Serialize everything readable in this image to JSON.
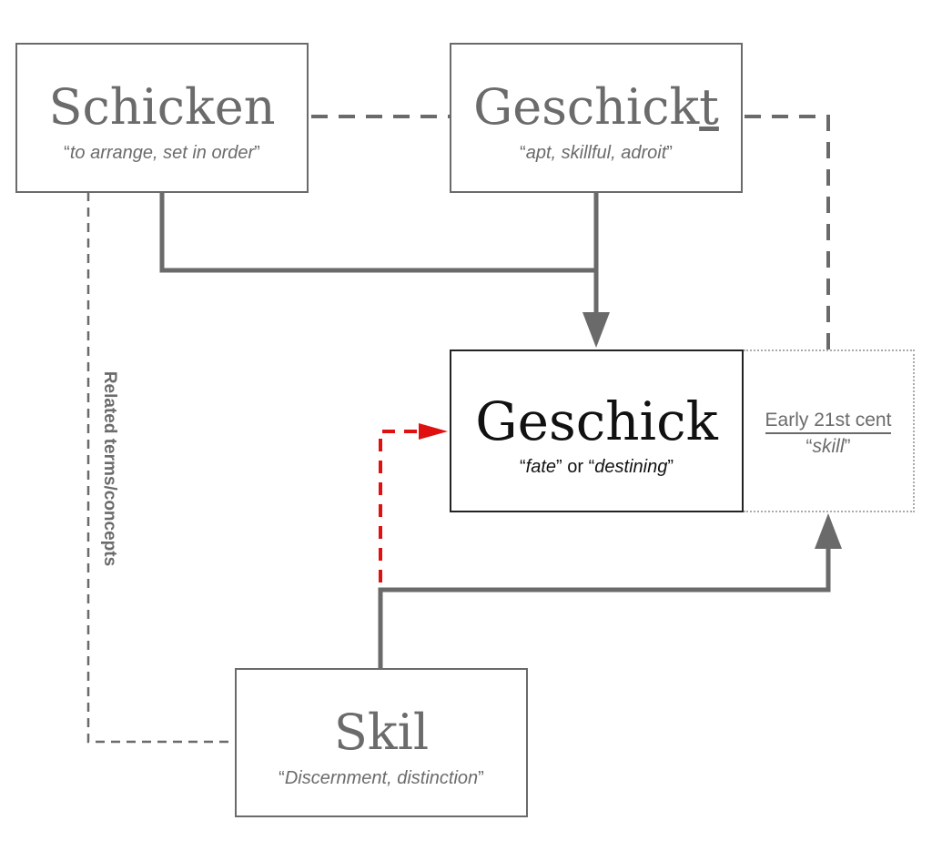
{
  "nodes": {
    "schicken": {
      "title": "Schicken",
      "meaning": "to arrange, set in order"
    },
    "geschickt": {
      "title_main": "Geschick",
      "title_underlined": "t",
      "meaning": "apt, skillful, adroit"
    },
    "geschick": {
      "title": "Geschick",
      "meaning_1": "fate",
      "connector": " or ",
      "meaning_2": "destining"
    },
    "early": {
      "label": "Early 21st cent",
      "meaning": "skill"
    },
    "skil": {
      "title": "Skil",
      "meaning": "Discernment, distinction"
    }
  },
  "side_label": "Related terms/concepts",
  "quotes": {
    "open": "“",
    "close": "”"
  },
  "colors": {
    "line": "#6a6a6a",
    "highlight": "#e01010"
  }
}
